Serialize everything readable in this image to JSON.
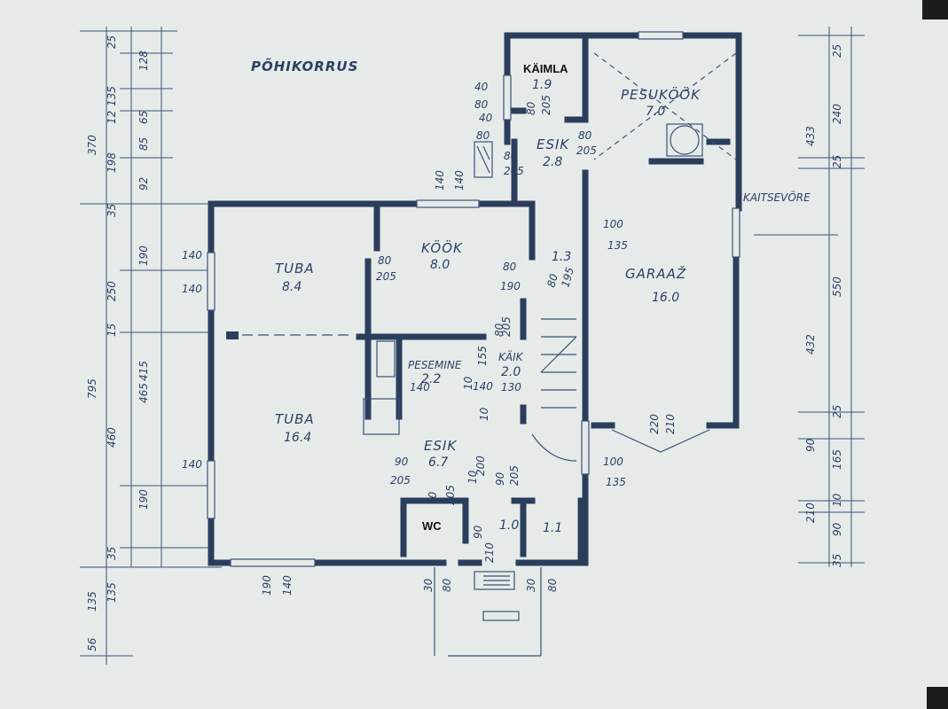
{
  "title": "PÕHIKORRUS",
  "rooms": [
    {
      "id": "kaimla",
      "name": "KÄIMLA",
      "area": "1.9"
    },
    {
      "id": "pesukook",
      "name": "PESUKÖÖK",
      "area": "7.0"
    },
    {
      "id": "esik-top",
      "name": "ESIK",
      "area": "2.8"
    },
    {
      "id": "kook",
      "name": "KÖÖK",
      "area": "8.0"
    },
    {
      "id": "tuba-small",
      "name": "TUBA",
      "area": "8.4"
    },
    {
      "id": "garaaz",
      "name": "GARAAŽ",
      "area": "16.0"
    },
    {
      "id": "pesemine",
      "name": "PESEMINE",
      "area": "2.2"
    },
    {
      "id": "kaik",
      "name": "KÄIK",
      "area": "2.0"
    },
    {
      "id": "tuba-big",
      "name": "TUBA",
      "area": "16.4"
    },
    {
      "id": "esik-bottom",
      "name": "ESIK",
      "area": "6.7"
    },
    {
      "id": "wc",
      "name": "WC",
      "area": ""
    },
    {
      "id": "small-a",
      "name": "",
      "area": "1.0"
    },
    {
      "id": "small-b",
      "name": "",
      "area": "1.1"
    },
    {
      "id": "stair-area",
      "name": "",
      "area": "1.3"
    }
  ],
  "labels": {
    "kaitsevore": "KAITSEVÕRE"
  },
  "left_dims": [
    "370",
    "795",
    "135",
    "56",
    "25",
    "135",
    "12",
    "128",
    "65",
    "198",
    "85",
    "92",
    "35",
    "250",
    "190",
    "15",
    "460",
    "415",
    "465",
    "190",
    "35",
    "135"
  ],
  "right_dims": [
    "25",
    "433",
    "240",
    "25",
    "432",
    "550",
    "25",
    "90",
    "165",
    "210",
    "10",
    "90",
    "35"
  ],
  "door_dims": [
    "40",
    "80",
    "40",
    "80",
    "80",
    "205",
    "80",
    "205",
    "80",
    "205",
    "140",
    "140",
    "80",
    "205",
    "80",
    "190",
    "80",
    "195",
    "80",
    "205",
    "100",
    "135",
    "220",
    "210",
    "90",
    "205",
    "70",
    "205",
    "90",
    "205",
    "140",
    "130",
    "100",
    "135",
    "90",
    "210",
    "30",
    "80",
    "30",
    "80",
    "10",
    "10",
    "10",
    "200",
    "155",
    "140",
    "140",
    "140",
    "140",
    "190",
    "140"
  ]
}
